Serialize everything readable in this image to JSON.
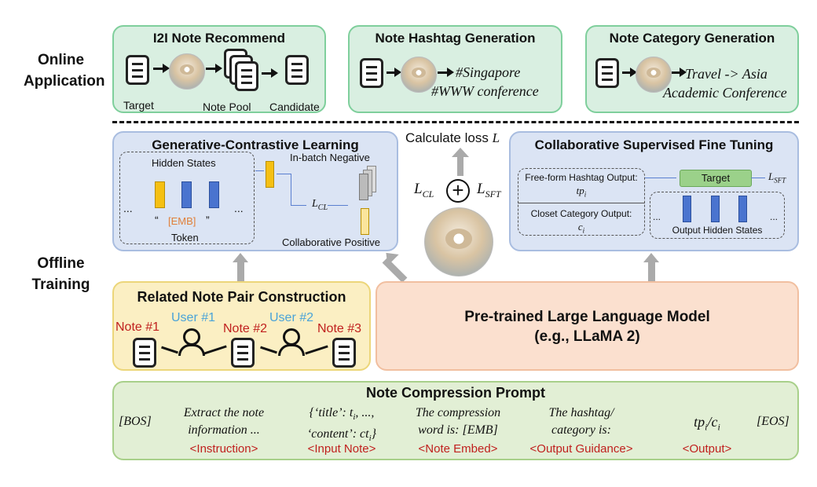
{
  "online": {
    "label": "Online Application",
    "i2i": {
      "title": "I2I Note Recommend",
      "target": "Target",
      "pool": "Note Pool",
      "candidate": "Candidate"
    },
    "hashtag": {
      "title": "Note Hashtag Generation",
      "line1": "#Singapore",
      "line2": "#WWW conference"
    },
    "category": {
      "title": "Note Category Generation",
      "line1": "Travel -> Asia",
      "line2": "Academic Conference"
    }
  },
  "offline": {
    "label": "Offline Training"
  },
  "gcl": {
    "title": "Generative-Contrastive Learning",
    "hidden": "Hidden States",
    "quote_open": "“",
    "emb": "[EMB]",
    "quote_close": "”",
    "token": "Token",
    "in_batch": "In-batch Negative",
    "collab_pos": "Collaborative Positive",
    "lcl": "L",
    "lcl_sub": "CL",
    "dots": "..."
  },
  "loss": {
    "text": "Calculate loss ",
    "var": "L",
    "lcl": "L",
    "lcl_sub": "CL",
    "lsft": "L",
    "lsft_sub": "SFT",
    "plus": "+"
  },
  "csft": {
    "title": "Collaborative Supervised Fine Tuning",
    "freeform": "Free-form Hashtag Output:",
    "freeform_var": "tp",
    "freeform_sub": "i",
    "closet": "Closet Category Output:",
    "closet_var": "c",
    "closet_sub": "i",
    "target": "Target",
    "output_hidden": "Output Hidden States",
    "lsft": "L",
    "lsft_sub": "SFT",
    "dots": "..."
  },
  "related": {
    "title": "Related Note Pair Construction",
    "note1": "Note #1",
    "note2": "Note #2",
    "note3": "Note #3",
    "user1": "User #1",
    "user2": "User #2"
  },
  "llm": {
    "line1": "Pre-trained Large Language Model",
    "line2": "(e.g., LLaMA 2)"
  },
  "prompt": {
    "title": "Note Compression Prompt",
    "bos": "[BOS]",
    "instr1": "Extract the note",
    "instr2": "information ...",
    "input1": "{‘title’: t",
    "input1_sub": "i",
    "input1_tail": ", ...,",
    "input2": "‘content’: ct",
    "input2_sub": "i",
    "input2_tail": "}",
    "embed1": "The compression",
    "embed2": "word is: [EMB]",
    "guide1": "The hashtag/",
    "guide2": "category is:",
    "out_tp": "tp",
    "out_sub1": "i",
    "out_sep": "/c",
    "out_sub2": "i",
    "eos": "[EOS]",
    "tags": [
      "<Instruction>",
      "<Input Note>",
      "<Note Embed>",
      "<Output Guidance>",
      "<Output>"
    ]
  }
}
